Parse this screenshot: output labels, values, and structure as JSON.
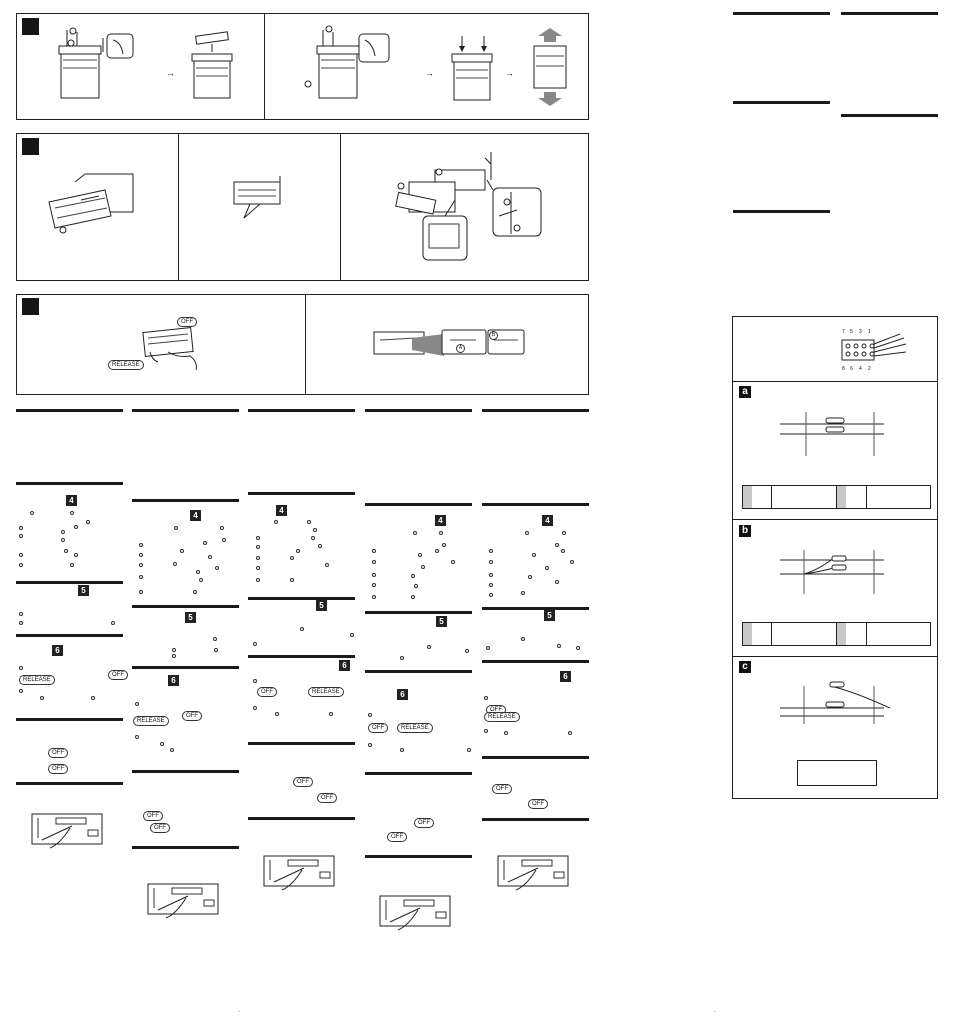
{
  "illustrations": {
    "switch_tag_off": "OFF",
    "release_tag": "RELEASE",
    "callout_a": "A",
    "callout_b": "B"
  },
  "steps": {
    "four": "4",
    "five": "5",
    "six": "6"
  },
  "connection": {
    "pins_top": [
      "7",
      "5",
      "3",
      "1"
    ],
    "pins_bottom": [
      "8",
      "6",
      "4",
      "2"
    ],
    "panel_a": "a",
    "panel_b": "b",
    "panel_c": "c"
  },
  "page_marks": {
    "left": ".",
    "right": "."
  }
}
